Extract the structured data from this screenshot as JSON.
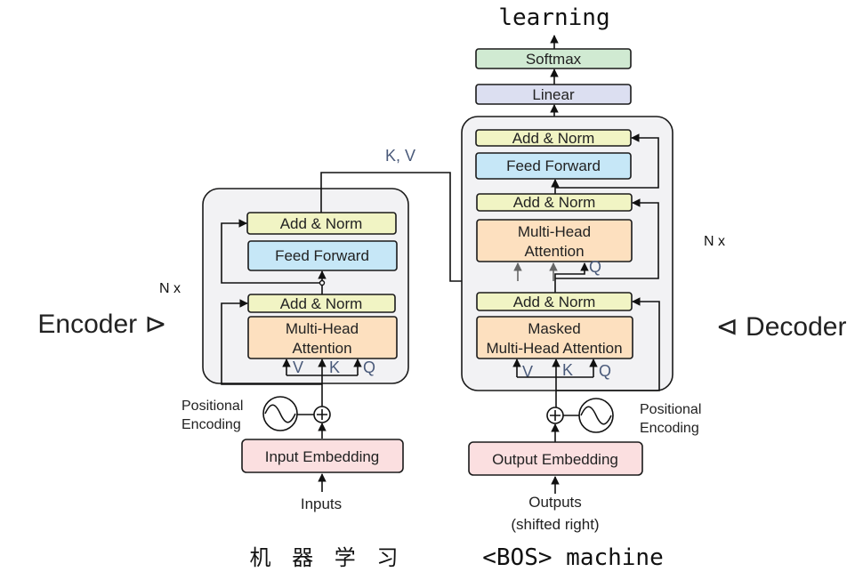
{
  "colors": {
    "add_norm": "#f1f4c4",
    "feed_forward": "#c6e7f7",
    "attention": "#fde0bf",
    "embedding": "#fbdfe0",
    "linear": "#dcdff1",
    "softmax": "#d0ead2",
    "stack_bg": "#f2f2f4",
    "qkv_text": "#4a5a7a"
  },
  "encoder": {
    "side_label": "Encoder ⊳",
    "repeat_label": "N x",
    "add_norm_top": "Add & Norm",
    "feed_forward": "Feed Forward",
    "add_norm_bottom": "Add & Norm",
    "attention_line1": "Multi-Head",
    "attention_line2": "Attention",
    "v": "V",
    "k": "K",
    "q": "Q",
    "positional_line1": "Positional",
    "positional_line2": "Encoding",
    "embedding": "Input Embedding",
    "inputs": "Inputs",
    "input_tokens": "机 器 学 习"
  },
  "kv_label": "K, V",
  "decoder": {
    "side_label": "⊲ Decoder",
    "repeat_label": "N x",
    "add_norm_top": "Add & Norm",
    "feed_forward": "Feed Forward",
    "add_norm_mid": "Add & Norm",
    "cross_attention_line1": "Multi-Head",
    "cross_attention_line2": "Attention",
    "cross_q": "Q",
    "add_norm_bottom": "Add & Norm",
    "masked_line1": "Masked",
    "masked_line2": "Multi-Head Attention",
    "v": "V",
    "k": "K",
    "q": "Q",
    "positional_line1": "Positional",
    "positional_line2": "Encoding",
    "embedding": "Output Embedding",
    "outputs_line1": "Outputs",
    "outputs_line2": "(shifted right)",
    "output_tokens": "<BOS> machine"
  },
  "head": {
    "linear": "Linear",
    "softmax": "Softmax",
    "prediction": "learning"
  }
}
